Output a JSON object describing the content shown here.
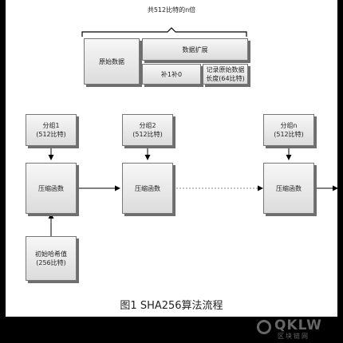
{
  "diagram": {
    "total_label": "共512比特的n倍",
    "padding": {
      "original_data": "原始数据",
      "data_extension": "数据扩展",
      "pad_one_zero": "补1补0",
      "length_record_line1": "记录原始数据",
      "length_record_line2": "长度(64比特)"
    },
    "chunks": [
      {
        "name": "分组1",
        "bits": "(512比特)"
      },
      {
        "name": "分组2",
        "bits": "(512比特)"
      },
      {
        "name": "分组n",
        "bits": "(512比特)"
      }
    ],
    "compress_label": "压缩函数",
    "initial_hash": {
      "line1": "初始哈希值",
      "line2": "(256比特)"
    },
    "caption": "图1 SHA256算法流程"
  },
  "watermark": {
    "main": "QKLW",
    "sub": "区块链网"
  },
  "colors": {
    "box_fill": "#e8e8e8",
    "box_border": "#777777",
    "line": "#000000",
    "background": "#000000"
  }
}
